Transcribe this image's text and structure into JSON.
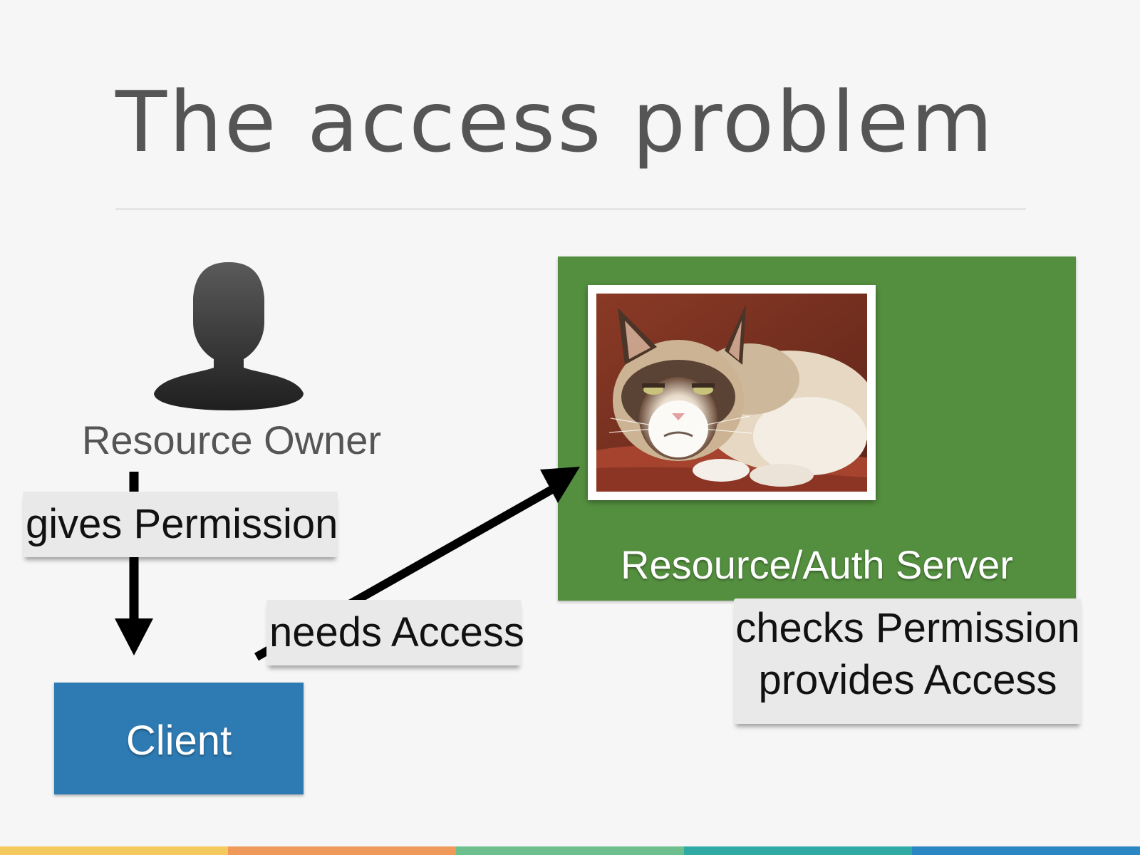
{
  "slide": {
    "title": "The access problem"
  },
  "diagram": {
    "resource_owner": {
      "label": "Resource Owner",
      "icon": "person-silhouette-icon"
    },
    "server": {
      "label": "Resource/Auth Server",
      "color": "#548f3f",
      "image": "grumpy-cat-photo"
    },
    "client": {
      "label": "Client",
      "color": "#2e7bb3"
    },
    "notes": {
      "gives": "gives Permission",
      "needs": "needs Access",
      "checks_line1": "checks Permission",
      "checks_line2": "provides Access"
    }
  },
  "theme": {
    "bottom_bar_colors": [
      "#f4c95d",
      "#ef9a5a",
      "#6dc08e",
      "#2faaa4",
      "#2b86c4"
    ]
  }
}
